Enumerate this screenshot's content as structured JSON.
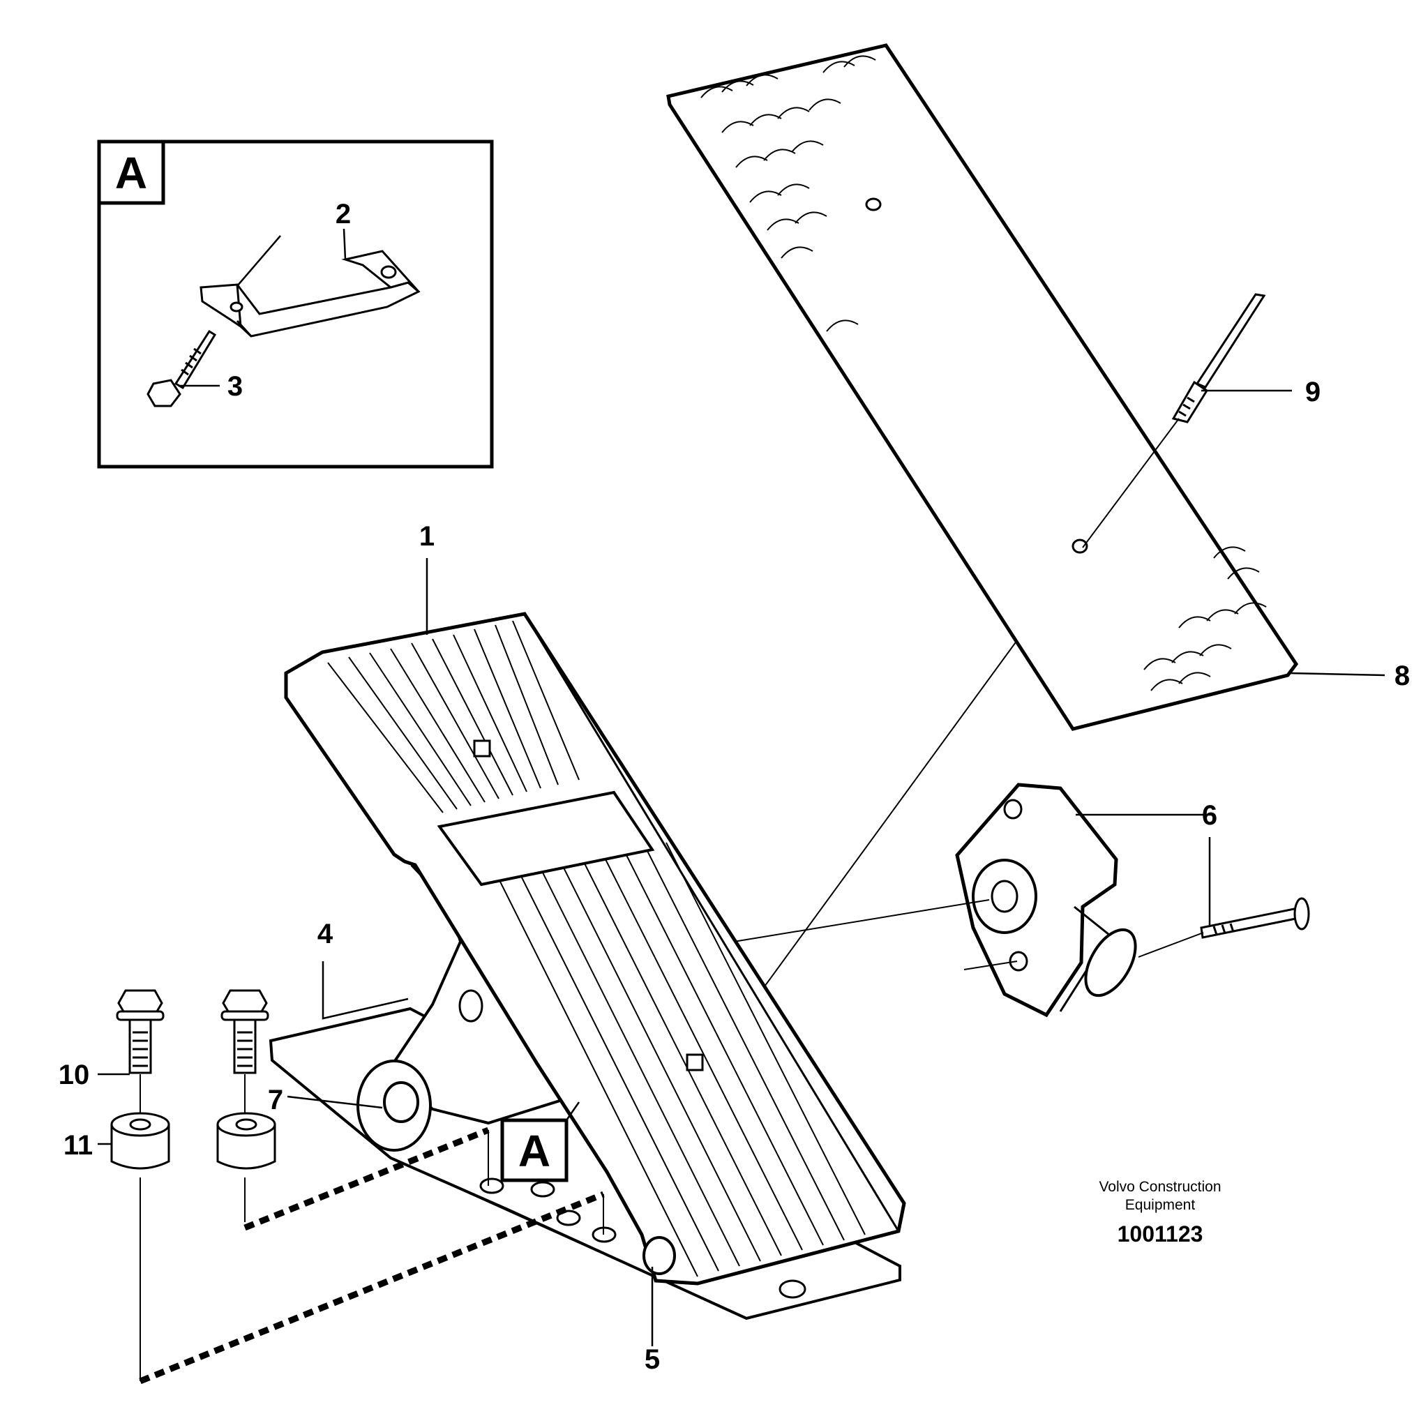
{
  "inset": {
    "label": "A"
  },
  "detail_marker": {
    "label": "A"
  },
  "callouts": {
    "c1": "1",
    "c2": "2",
    "c3": "3",
    "c4": "4",
    "c5": "5",
    "c6": "6",
    "c7": "7",
    "c8": "8",
    "c9": "9",
    "c10": "10",
    "c11": "11"
  },
  "brand": {
    "line1": "Volvo Construction",
    "line2": "Equipment"
  },
  "document_number": "1001123"
}
